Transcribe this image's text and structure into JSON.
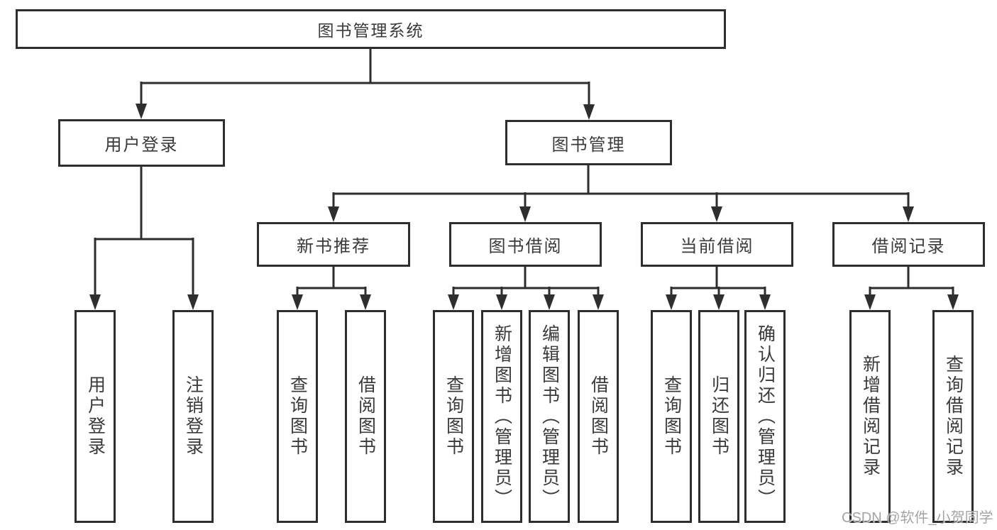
{
  "tree": {
    "label": "图书管理系统",
    "children": [
      {
        "label": "用户登录",
        "children": [
          {
            "label": "用户登录"
          },
          {
            "label": "注销登录"
          }
        ]
      },
      {
        "label": "图书管理",
        "children": [
          {
            "label": "新书推荐",
            "children": [
              {
                "label": "查询图书"
              },
              {
                "label": "借阅图书"
              }
            ]
          },
          {
            "label": "图书借阅",
            "children": [
              {
                "label": "查询图书"
              },
              {
                "label": "新增图书（管理员）"
              },
              {
                "label": "编辑图书（管理员）"
              },
              {
                "label": "借阅图书"
              }
            ]
          },
          {
            "label": "当前借阅",
            "children": [
              {
                "label": "查询图书"
              },
              {
                "label": "归还图书"
              },
              {
                "label": "确认归还（管理员）"
              }
            ]
          },
          {
            "label": "借阅记录",
            "children": [
              {
                "label": "新增借阅记录"
              },
              {
                "label": "查询借阅记录"
              }
            ]
          }
        ]
      }
    ]
  },
  "watermark": "CSDN @软件_小贺同学",
  "colors": {
    "line": "#2e2e2e",
    "text": "#3a3a3a",
    "watermark_text": "#949494",
    "background": "#ffffff"
  }
}
